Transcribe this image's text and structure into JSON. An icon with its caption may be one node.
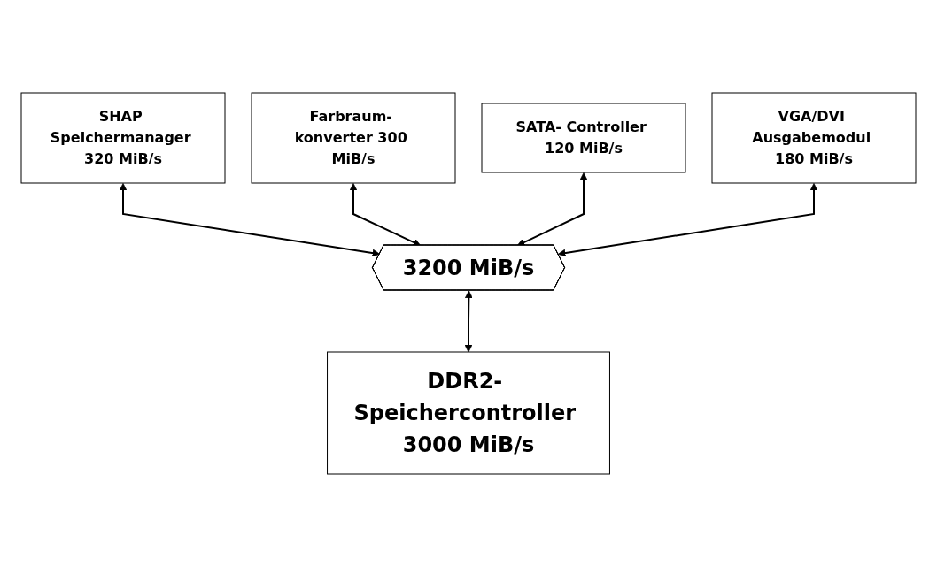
{
  "diagram": {
    "nodes": [
      {
        "text": [
          "SHAP Speichermanager 320 MiB/s"
        ]
      },
      {
        "text": [
          "Farbraum- konverter 300 MiB/s"
        ]
      },
      {
        "text": [
          "SATA- Controller 120 MiB/s"
        ]
      },
      {
        "text": [
          "VGA/DVI Ausgabemodul 180 MiB/s"
        ]
      },
      {
        "text": [
          "3200 MiB/s"
        ]
      },
      {
        "text": [
          "DDR2- Speichercontroller 3000 MiB/s"
        ]
      }
    ],
    "edges": [
      {
        "from": 0,
        "to": 4,
        "arrow": "both"
      },
      {
        "from": 1,
        "to": 4,
        "arrow": "both"
      },
      {
        "from": 2,
        "to": 4,
        "arrow": "both"
      },
      {
        "from": 3,
        "to": 4,
        "arrow": "both"
      },
      {
        "from": 4,
        "to": 5,
        "arrow": "both"
      }
    ]
  }
}
